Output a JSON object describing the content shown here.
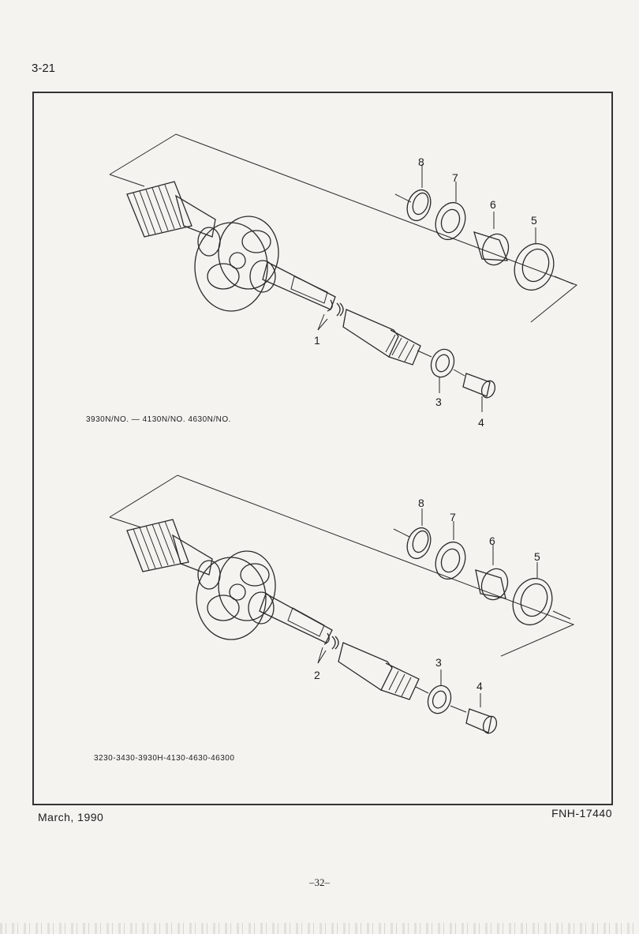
{
  "header": {
    "page_code": "3-21"
  },
  "diagrams": [
    {
      "caption": "3930N/NO. — 4130N/NO. 4630N/NO.",
      "callouts": [
        "8",
        "7",
        "6",
        "5",
        "1",
        "3",
        "4"
      ]
    },
    {
      "caption": "3230-3430-3930H-4130-4630-46300",
      "callouts": [
        "8",
        "7",
        "6",
        "5",
        "2",
        "3",
        "4"
      ]
    }
  ],
  "footer": {
    "date": "March, 1990",
    "doc_number": "FNH-17440",
    "page_number": "–32–"
  }
}
